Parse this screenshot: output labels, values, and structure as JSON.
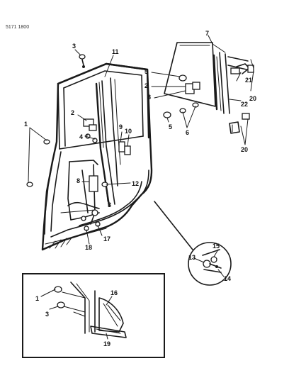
{
  "drawing": {
    "code": "5171 1800",
    "callouts": [
      "1",
      "2",
      "3",
      "4",
      "5",
      "6",
      "7",
      "8",
      "9",
      "10",
      "11",
      "12",
      "13",
      "14",
      "15",
      "16",
      "17",
      "18",
      "19",
      "20",
      "21",
      "22"
    ]
  }
}
